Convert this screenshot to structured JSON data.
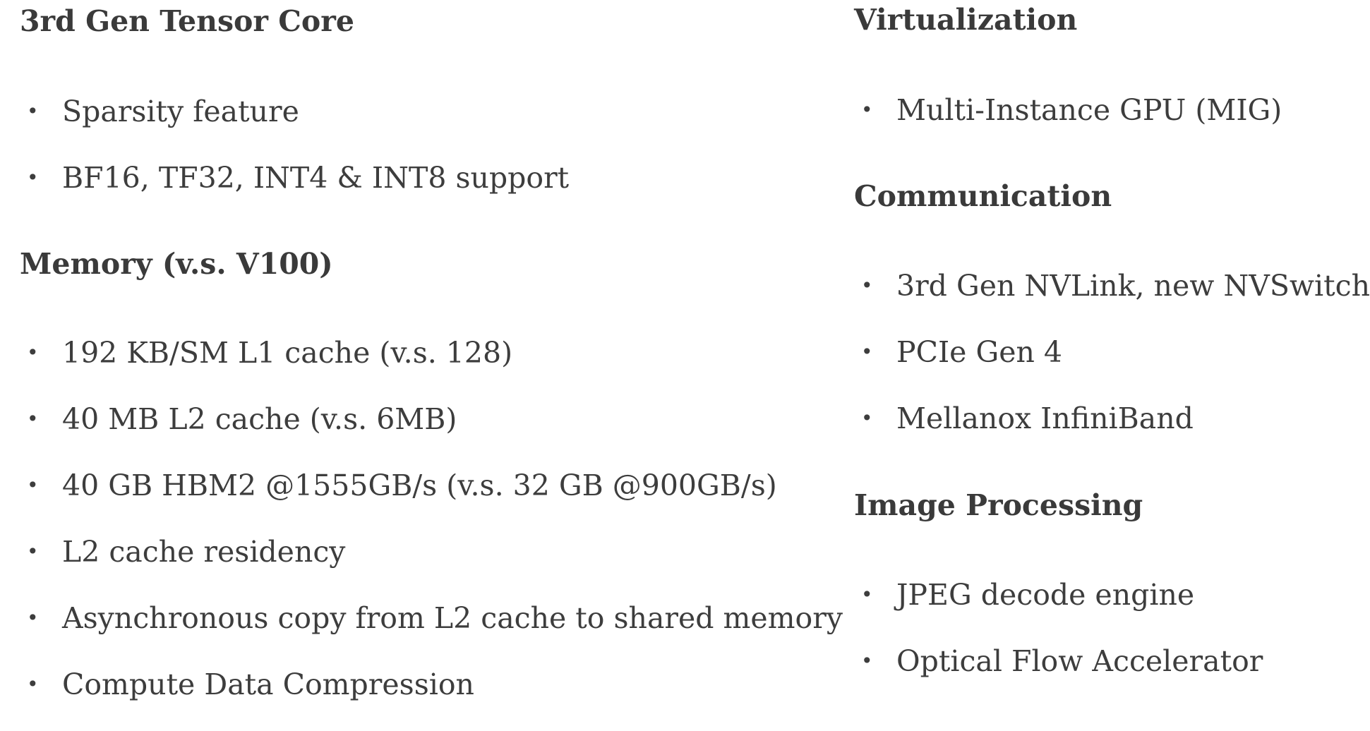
{
  "left": {
    "tensor": {
      "heading": "3rd Gen Tensor Core",
      "items": [
        "Sparsity feature",
        "BF16, TF32, INT4 & INT8 support"
      ]
    },
    "memory": {
      "heading": "Memory (v.s. V100)",
      "items": [
        "192 KB/SM L1 cache (v.s. 128)",
        "40 MB L2 cache (v.s. 6MB)",
        "40 GB HBM2 @1555GB/s (v.s. 32 GB @900GB/s)",
        "L2 cache residency",
        "Asynchronous copy from L2 cache to shared memory",
        "Compute Data Compression"
      ]
    }
  },
  "right": {
    "virtualization": {
      "heading": "Virtualization",
      "items": [
        "Multi-Instance GPU (MIG)"
      ]
    },
    "communication": {
      "heading": "Communication",
      "items": [
        "3rd Gen NVLink, new NVSwitch",
        "PCIe Gen 4",
        "Mellanox InfiniBand"
      ]
    },
    "image_processing": {
      "heading": "Image Processing",
      "items": [
        "JPEG decode engine",
        "Optical Flow Accelerator"
      ]
    }
  },
  "bullet_glyph": "•"
}
